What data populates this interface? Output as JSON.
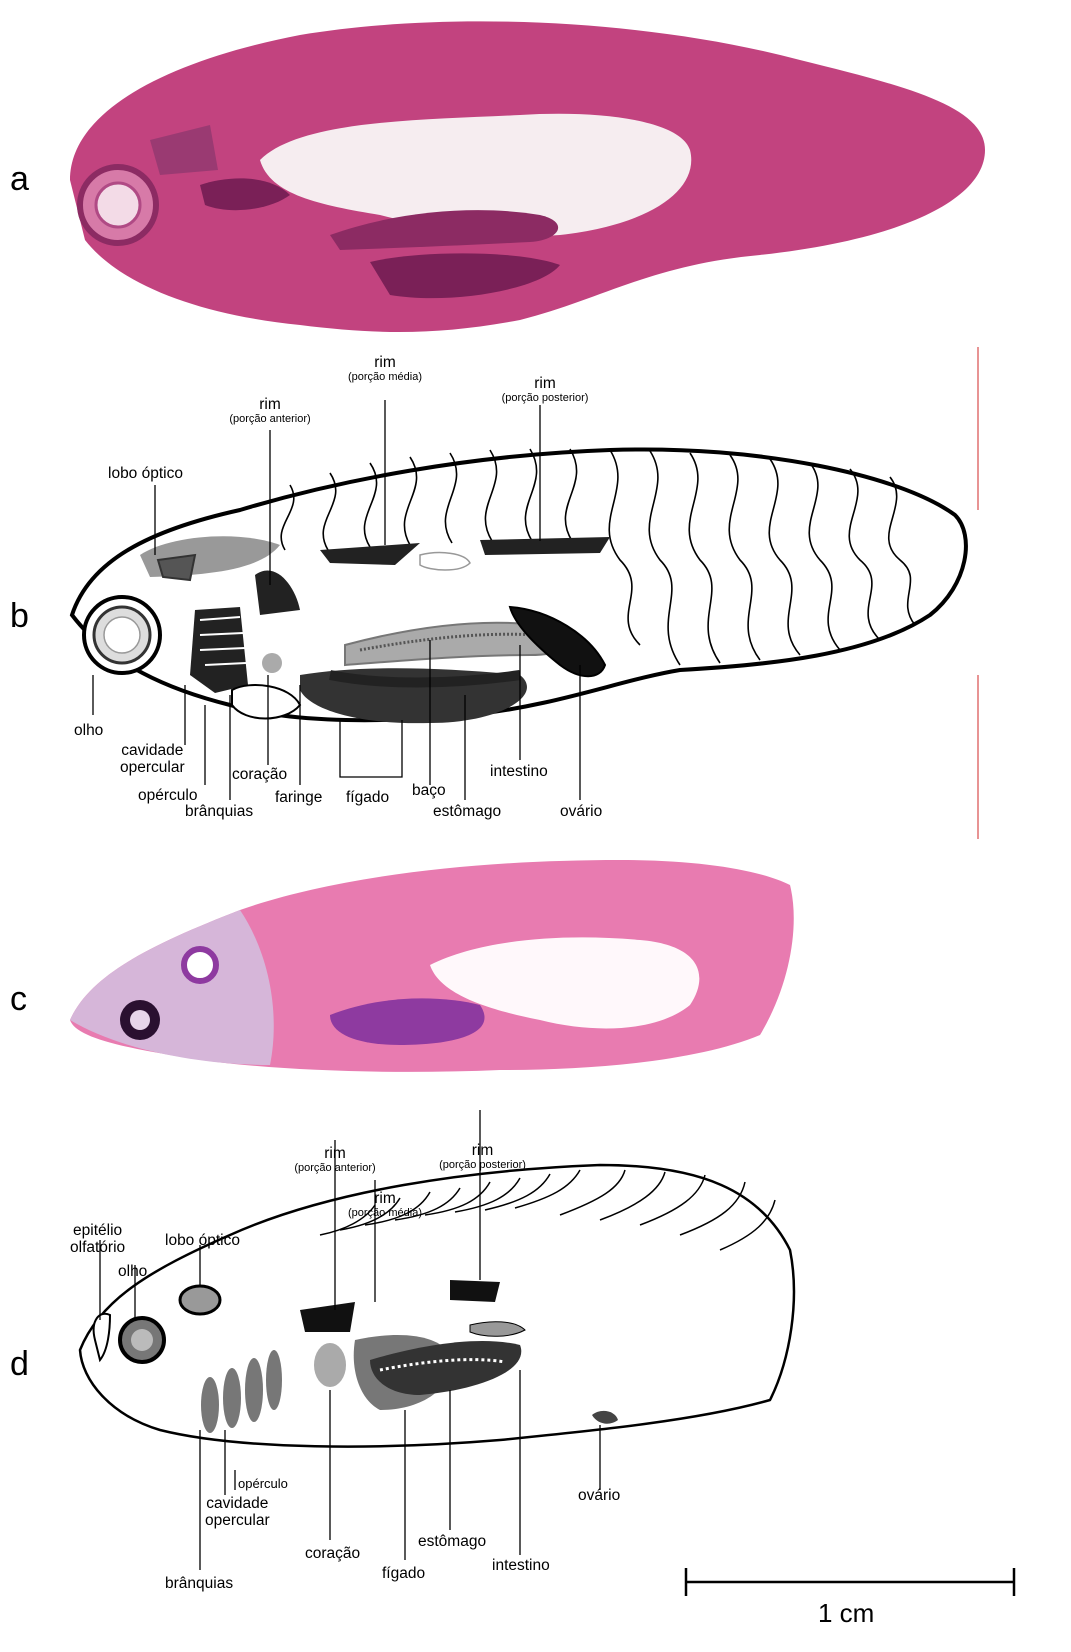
{
  "panels": {
    "a": "a",
    "b": "b",
    "c": "c",
    "d": "d"
  },
  "panel_b_labels": {
    "rim_anterior": {
      "main": "rim",
      "sub": "(porção anterior)"
    },
    "rim_media": {
      "main": "rim",
      "sub": "(porção média)"
    },
    "rim_posterior": {
      "main": "rim",
      "sub": "(porção posterior)"
    },
    "lobo_optico": "lobo óptico",
    "olho": "olho",
    "cavidade_opercular": "cavidade\nopercular",
    "operculo": "opérculo",
    "branquias": "brânquias",
    "coracao": "coração",
    "faringe": "faringe",
    "figado": "fígado",
    "baco": "baço",
    "estomago": "estômago",
    "intestino": "intestino",
    "ovario": "ovário"
  },
  "panel_d_labels": {
    "rim_anterior": {
      "main": "rim",
      "sub": "(porção anterior)"
    },
    "rim_posterior": {
      "main": "rim",
      "sub": "(porção posterior)"
    },
    "rim_media": {
      "main": "rim",
      "sub": "(porção média)"
    },
    "epitelio_olfatorio": "epitélio\nolfatório",
    "lobo_optico": "lobo óptico",
    "olho": "olho",
    "operculo": "opérculo",
    "cavidade_opercular": "cavidade\nopercular",
    "branquias": "brânquias",
    "coracao": "coração",
    "figado": "fígado",
    "estomago": "estômago",
    "intestino": "intestino",
    "ovario": "ovário"
  },
  "scale_bar": {
    "label": "1 cm"
  },
  "colors": {
    "stain_pink": "#c2437f",
    "stain_light": "#e38fb6",
    "organ_dark": "#222222",
    "organ_mid": "#777777",
    "organ_light": "#aaaaaa"
  }
}
